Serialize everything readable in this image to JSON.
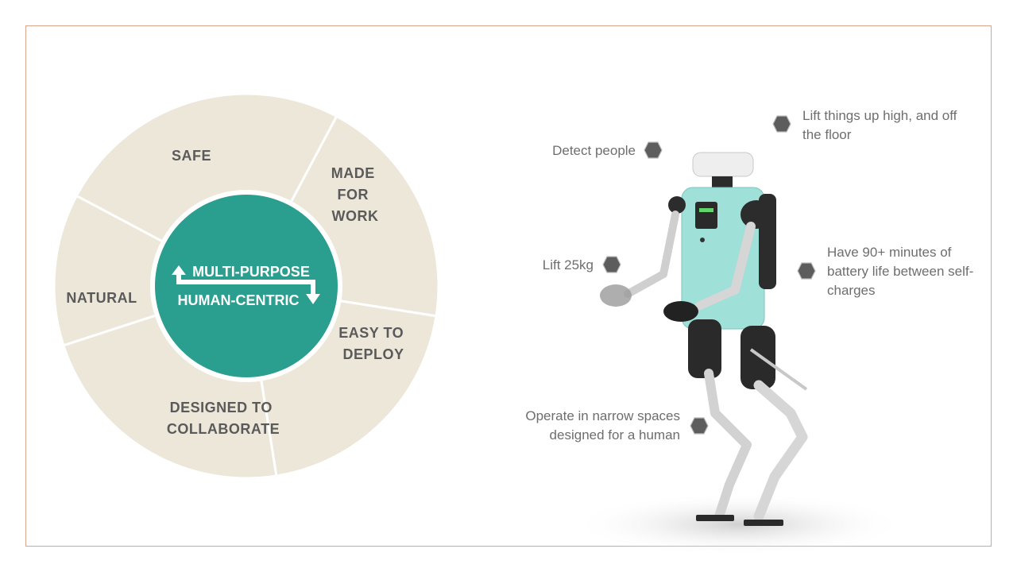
{
  "colors": {
    "frame": "#d9a58a",
    "segment_fill": "#ede7da",
    "segment_divider": "#ffffff",
    "center_fill": "#2a9e8f",
    "label_text": "#5a5a5a",
    "feature_text": "#6e6e6e",
    "hex_marker": "#5d5d5d",
    "robot_torso": "#9fe0d9"
  },
  "wheel": {
    "center_lines": [
      "MULTI-PURPOSE",
      "HUMAN-CENTRIC"
    ],
    "segments": [
      {
        "lines": [
          "SAFE"
        ]
      },
      {
        "lines": [
          "MADE",
          "FOR",
          "WORK"
        ]
      },
      {
        "lines": [
          "EASY TO",
          "DEPLOY"
        ]
      },
      {
        "lines": [
          "DESIGNED TO",
          "COLLABORATE"
        ]
      },
      {
        "lines": [
          "NATURAL"
        ]
      }
    ]
  },
  "features": [
    {
      "id": "detect-people",
      "lines": [
        "Detect people"
      ],
      "marker": "hexagon-icon"
    },
    {
      "id": "lift-high",
      "lines": [
        "Lift things up high, and off",
        "the floor"
      ],
      "marker": "hexagon-icon"
    },
    {
      "id": "lift-25kg",
      "lines": [
        "Lift 25kg"
      ],
      "marker": "hexagon-icon"
    },
    {
      "id": "battery",
      "lines": [
        "Have 90+ minutes of",
        "battery life between self-",
        "charges"
      ],
      "marker": "hexagon-icon"
    },
    {
      "id": "narrow-spaces",
      "lines": [
        "Operate in narrow spaces",
        "designed for a human"
      ],
      "marker": "hexagon-icon"
    }
  ]
}
